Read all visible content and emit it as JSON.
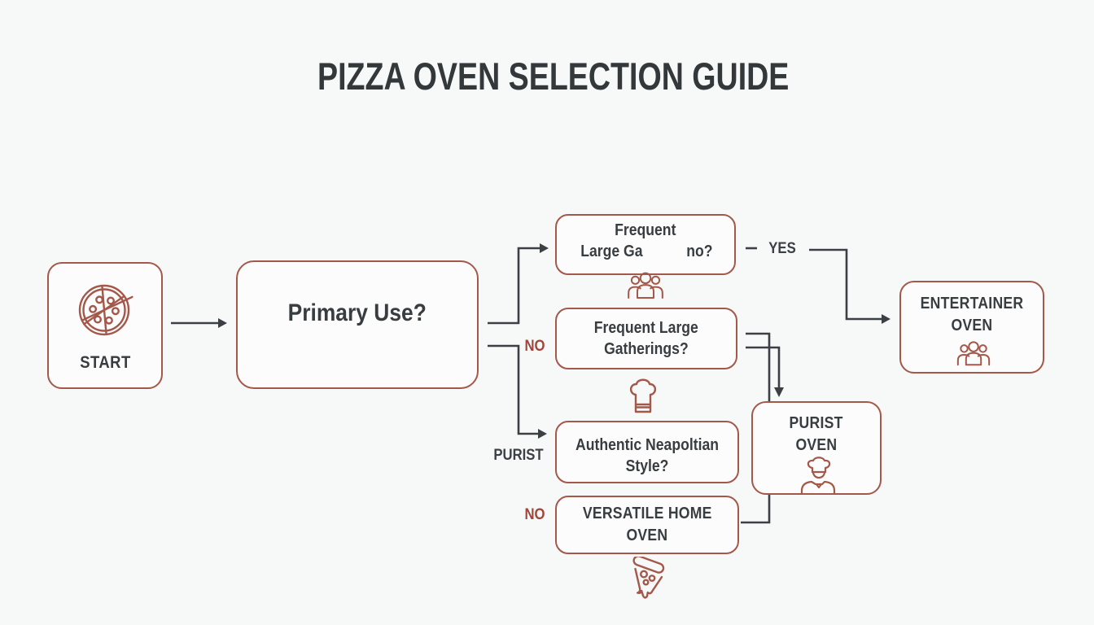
{
  "title": "PIZZA OVEN SELECTION GUIDE",
  "colors": {
    "background": "#f7f8f8",
    "box_border": "#a3584a",
    "icon": "#a3584a",
    "text_dark": "#383d40",
    "connector": "#3b4044",
    "label_no": "#a1453c"
  },
  "nodes": {
    "start": {
      "label": "START",
      "icon": "pizza-icon"
    },
    "primary_use": {
      "label": "Primary Use?"
    },
    "frequent_top": {
      "line1": "Frequent",
      "line2_left": "Large Ga",
      "line2_right": "no?",
      "icon": "people-group-icon"
    },
    "frequent_gatherings": {
      "line1": "Frequent Large",
      "line2": "Gatherings?",
      "icon": "chef-hat-icon"
    },
    "neapolitan": {
      "line1": "Authentic Neapoltian",
      "line2": "Style?"
    },
    "versatile_home_oven": {
      "line1": "VERSATILE HOME",
      "line2": "OVEN",
      "icon": "pizza-slice-icon"
    },
    "purist_oven": {
      "line1": "PURIST",
      "line2": "OVEN",
      "icon": "chef-person-icon"
    },
    "entertainer_oven": {
      "line1": "ENTERTAINER",
      "line2": "OVEN",
      "icon": "people-group-icon"
    }
  },
  "edge_labels": {
    "yes": "YES",
    "no_gatherings": "NO",
    "purist": "PURIST",
    "no_versatile": "NO"
  }
}
